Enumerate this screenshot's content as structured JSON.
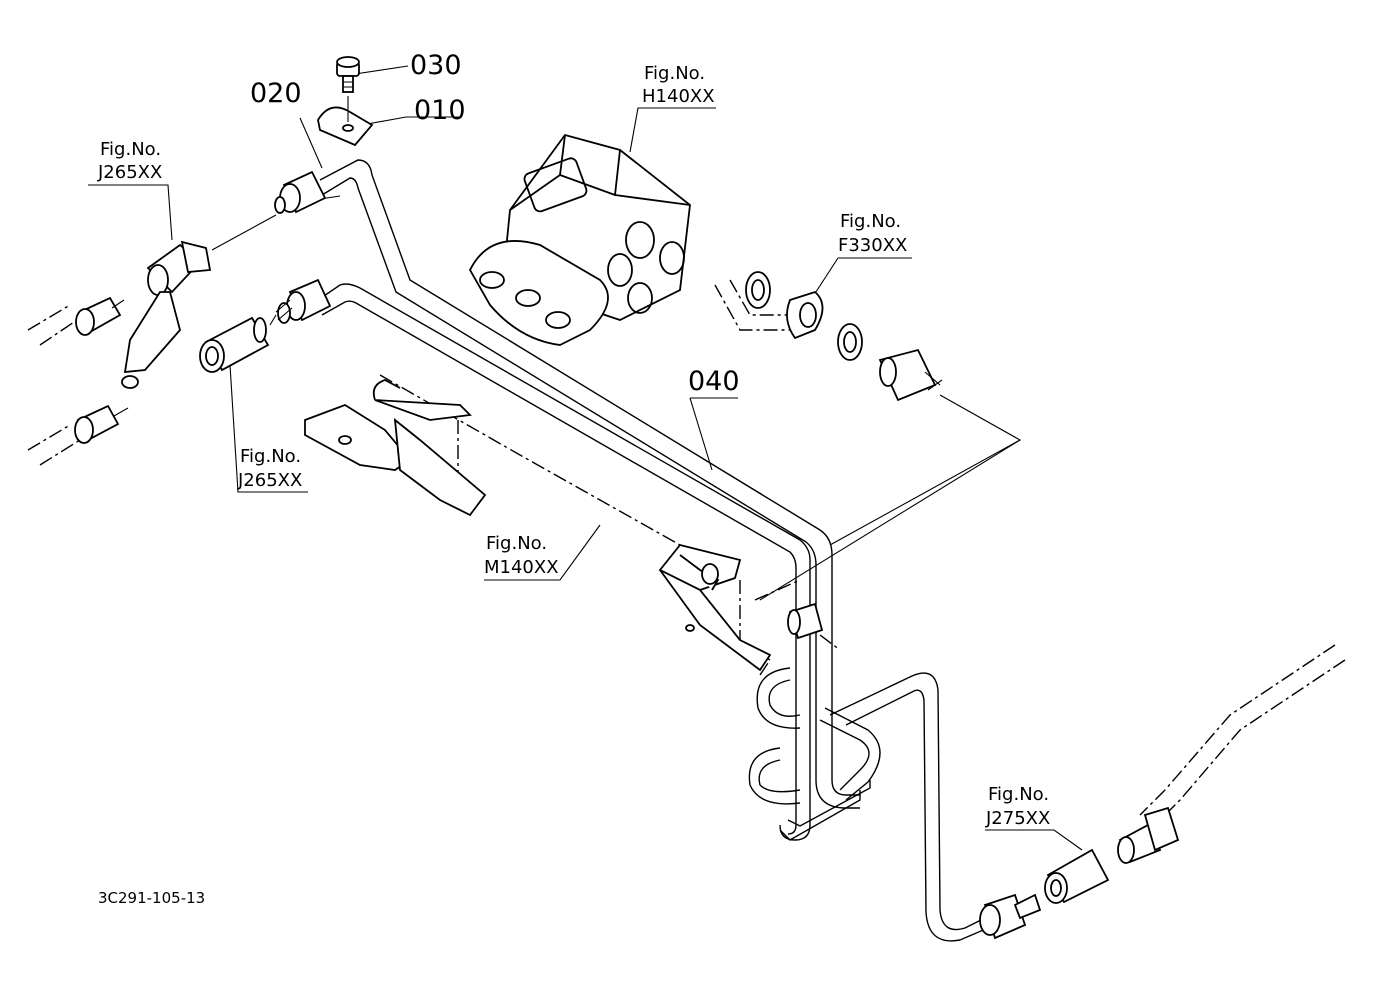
{
  "callouts": {
    "part_010": "010",
    "part_020": "020",
    "part_030": "030",
    "part_040": "040"
  },
  "figure_refs": {
    "ref_h140": {
      "label": "Fig.No.",
      "code": "H140XX"
    },
    "ref_j265_top": {
      "label": "Fig.No.",
      "code": "J265XX"
    },
    "ref_f330": {
      "label": "Fig.No.",
      "code": "F330XX"
    },
    "ref_j265_mid": {
      "label": "Fig.No.",
      "code": "J265XX"
    },
    "ref_m140": {
      "label": "Fig.No.",
      "code": "M140XX"
    },
    "ref_j275": {
      "label": "Fig.No.",
      "code": "J275XX"
    }
  },
  "drawing_code": "3C291-105-13"
}
